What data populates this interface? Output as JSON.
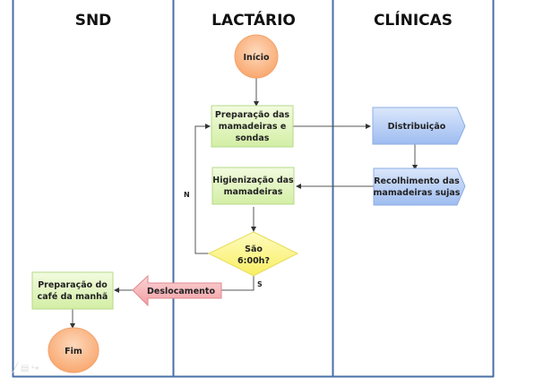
{
  "lanes": [
    {
      "title": "SND"
    },
    {
      "title": "LACTÁRIO"
    },
    {
      "title": "CLÍNICAS"
    }
  ],
  "nodes": {
    "start": {
      "label": "Início",
      "shape": "circle"
    },
    "prep_bottles": {
      "lines": [
        "Preparação das",
        "mamadeiras e",
        "sondas"
      ],
      "shape": "process"
    },
    "distribution": {
      "label": "Distribuição",
      "shape": "offpage"
    },
    "collection": {
      "lines": [
        "Recolhimento das",
        "mamadeiras sujas"
      ],
      "shape": "offpage"
    },
    "cleaning": {
      "lines": [
        "Higienização das",
        "mamadeiras"
      ],
      "shape": "process"
    },
    "decision": {
      "lines": [
        "São",
        "6:00h?"
      ],
      "shape": "decision"
    },
    "transport": {
      "label": "Deslocamento",
      "shape": "left-arrow"
    },
    "breakfast": {
      "lines": [
        "Preparação do",
        "café da manhã"
      ],
      "shape": "process"
    },
    "end": {
      "label": "Fim",
      "shape": "circle"
    }
  },
  "edge_labels": {
    "no": "N",
    "yes": "S"
  },
  "colors": {
    "lane_border": "#4a6fa5",
    "terminal_fill": "#fbb98c",
    "process_fill": "#e3f5c4",
    "offpage_fill": "#b9cff5",
    "decision_fill": "#fbf48a",
    "arrow_fill": "#f6b8bb"
  }
}
